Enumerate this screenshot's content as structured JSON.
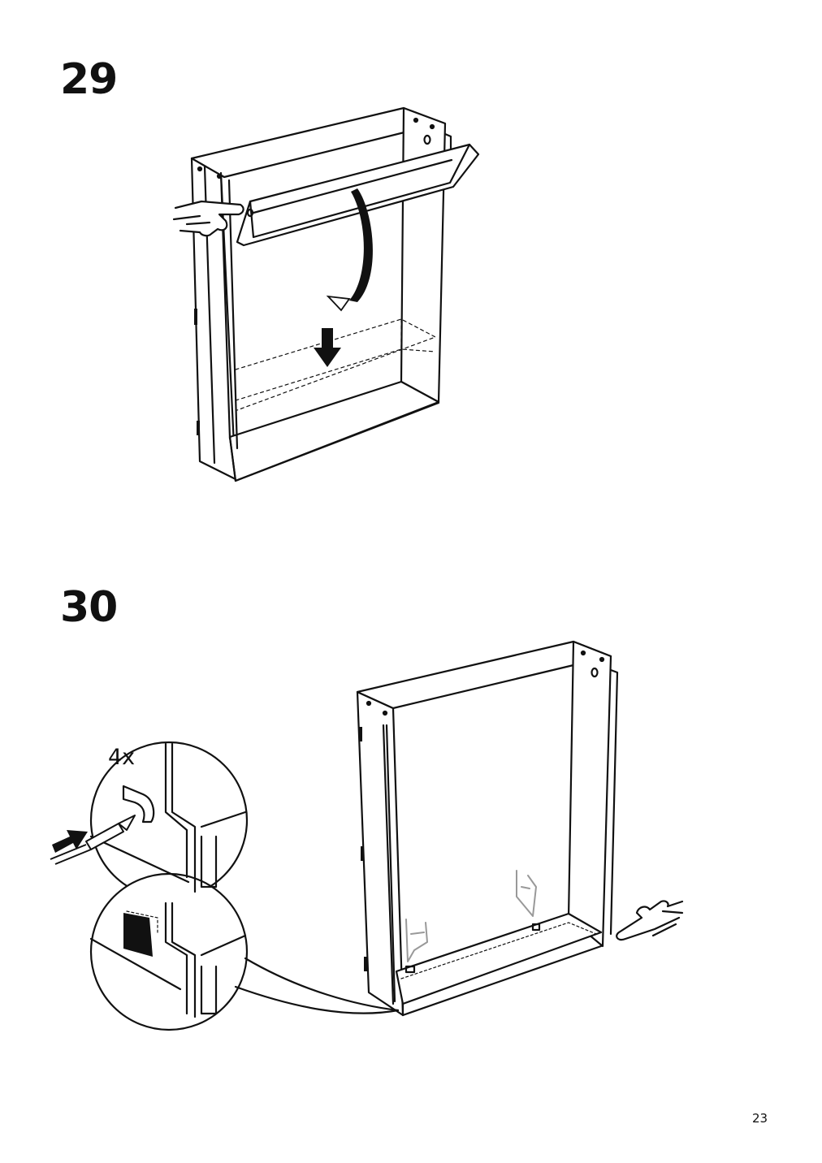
{
  "steps": [
    {
      "number": "29"
    },
    {
      "number": "30",
      "quantity_label": "4x"
    }
  ],
  "page_number": "23",
  "icons": [
    "pointing-hand-icon",
    "curved-arrow-icon",
    "down-arrow-icon",
    "right-arrow-icon",
    "knife-tool-icon",
    "ghost-hand-icon"
  ]
}
